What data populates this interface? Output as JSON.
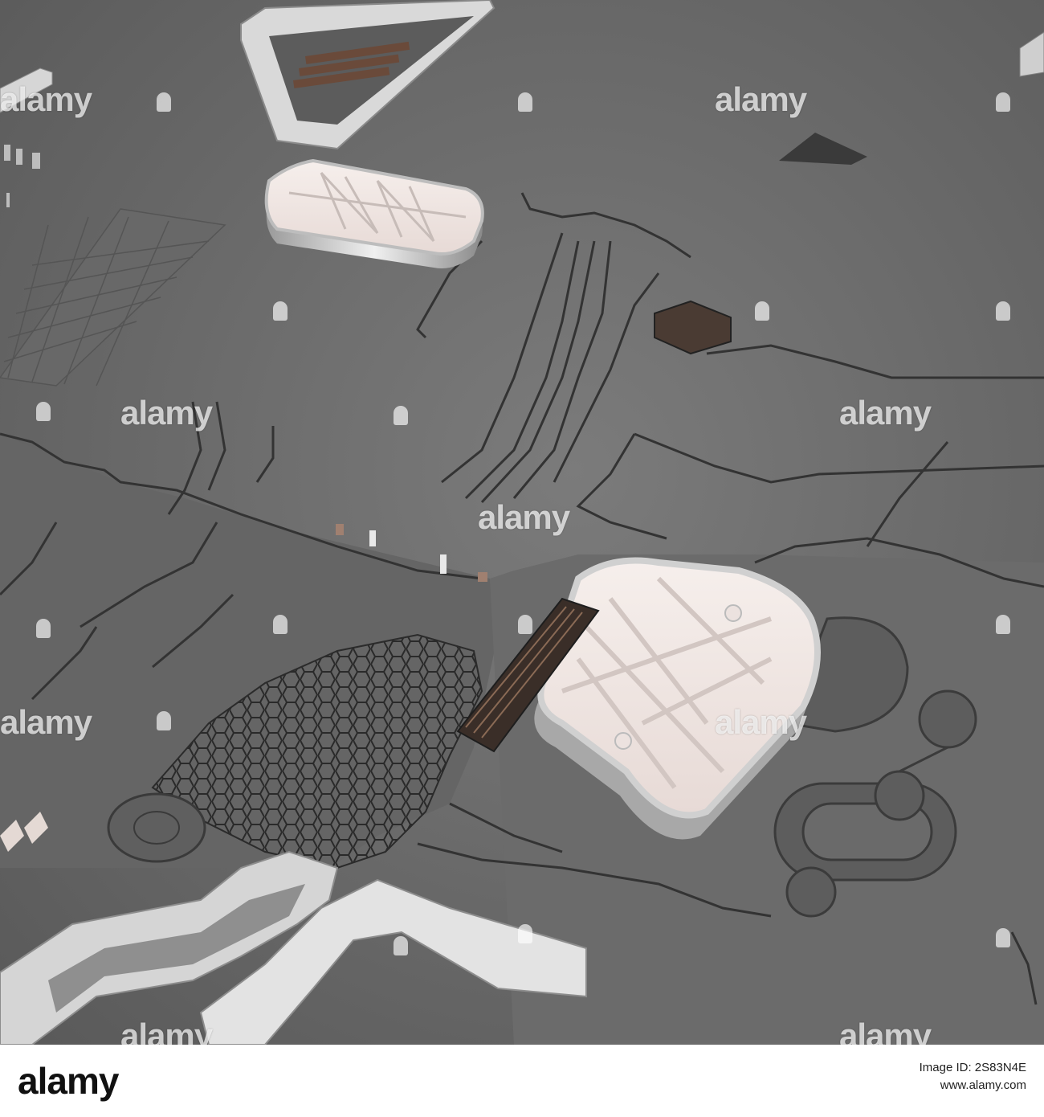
{
  "watermark": {
    "brand": "alamy"
  },
  "footer": {
    "logo": "alamy",
    "image_id_label": "Image ID: 2S83N4E",
    "site": "www.alamy.com"
  },
  "colors": {
    "board": "#6f6f6f",
    "panel_white": "#efe7e4",
    "metal": "#d8d8d8",
    "trace": "#3a3a3a",
    "shadow": "#4a4a4a"
  }
}
